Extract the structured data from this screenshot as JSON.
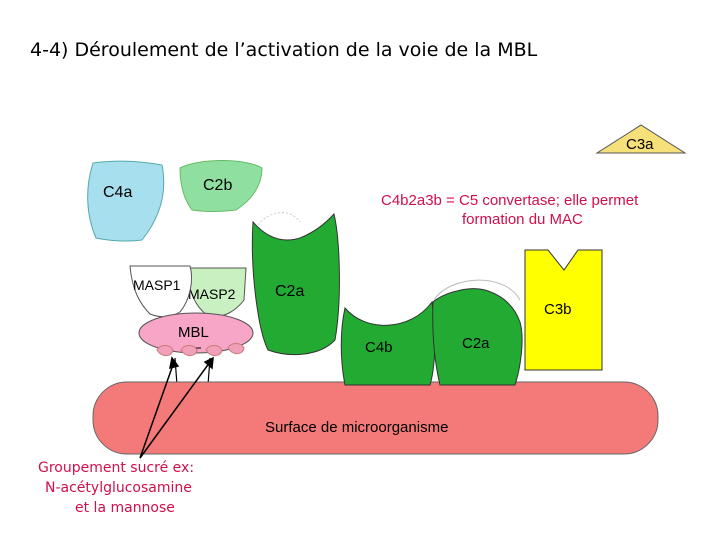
{
  "title": "4-4) Déroulement de l’activation de la voie de la MBL",
  "labels": {
    "c3a": "C3a",
    "c4a": "C4a",
    "c2b": "C2b",
    "convertase_line1": "C4b2a3b = C5 convertase; elle permet",
    "convertase_line2": "formation du MAC",
    "masp1": "MASP1",
    "masp2": "MASP2",
    "c2a_left": "C2a",
    "c3b": "C3b",
    "mbl": "MBL",
    "c4b": "C4b",
    "c2a_right": "C2a",
    "surface": "Surface de microorganisme",
    "sugar_line1": "Groupement sucré ex:",
    "sugar_line2": "N-acétylglucosamine",
    "sugar_line3": "et la mannose"
  },
  "colors": {
    "c3a": "#f6e07a",
    "c4a": "#a8dfee",
    "c2b": "#8fe0a0",
    "masp2": "#c8f0c0",
    "masp1": "#ffffff",
    "green_dark": "#22aa33",
    "c3b": "#ffff00",
    "mbl": "#f7a6c8",
    "sugar": "#f0a0b8",
    "surface": "#f47a7a",
    "convertase_text": "#d0104a",
    "sugar_text": "#d0104a"
  }
}
